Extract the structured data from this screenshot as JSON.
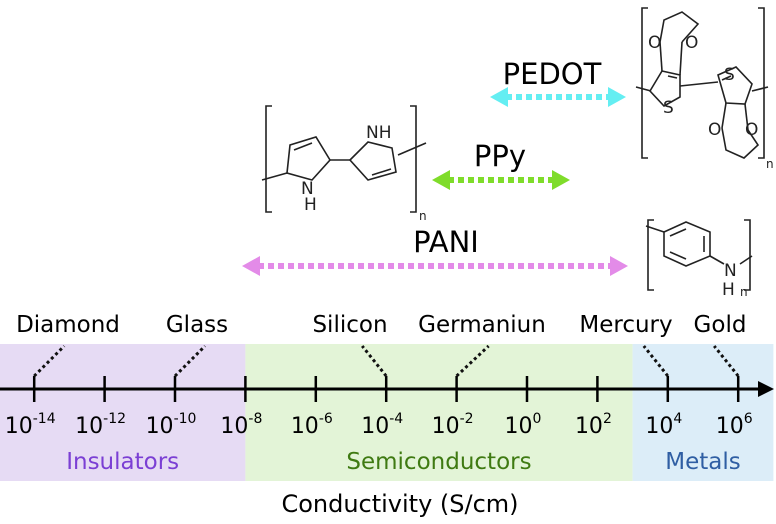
{
  "axis": {
    "title": "Conductivity (S/cm)",
    "base": "10",
    "exponents": [
      "-14",
      "-12",
      "-10",
      "-8",
      "-6",
      "-4",
      "-2",
      "0",
      "2",
      "4",
      "6"
    ]
  },
  "regions": [
    {
      "label": "Insulators",
      "from_exp": -16,
      "to_exp": -8,
      "fill": "#e6dbf4",
      "text_color": "#7b3fd4"
    },
    {
      "label": "Semiconductors",
      "from_exp": -8,
      "to_exp": 3,
      "fill": "#e3f4d7",
      "text_color": "#3f7a12"
    },
    {
      "label": "Metals",
      "from_exp": 3,
      "to_exp": 7,
      "fill": "#dcedf8",
      "text_color": "#2f5ea3"
    }
  ],
  "materials": [
    {
      "label": "Diamond",
      "exp": -14
    },
    {
      "label": "Glass",
      "exp": -10
    },
    {
      "label": "Silicon",
      "exp": -4
    },
    {
      "label": "Germaniun",
      "exp": -2
    },
    {
      "label": "Mercury",
      "exp": 4
    },
    {
      "label": "Gold",
      "exp": 6
    }
  ],
  "polymers": [
    {
      "label": "PEDOT",
      "from_exp": 0,
      "to_exp": 3,
      "color": "#64eef2"
    },
    {
      "label": "PPy",
      "from_exp": -2,
      "to_exp": 1.5,
      "color": "#7fdc2a"
    },
    {
      "label": "PANI",
      "from_exp": -8,
      "to_exp": 3,
      "color": "#e38be8"
    }
  ],
  "structures": {
    "pedot": {
      "o1": "O",
      "o2": "O",
      "s1": "S",
      "s2": "S",
      "n": "n"
    },
    "ppy": {
      "nh_top": "NH",
      "n_low": "N",
      "h_low": "H",
      "n": "n"
    },
    "pani": {
      "n": "N",
      "h": "H",
      "sub": "n"
    }
  }
}
